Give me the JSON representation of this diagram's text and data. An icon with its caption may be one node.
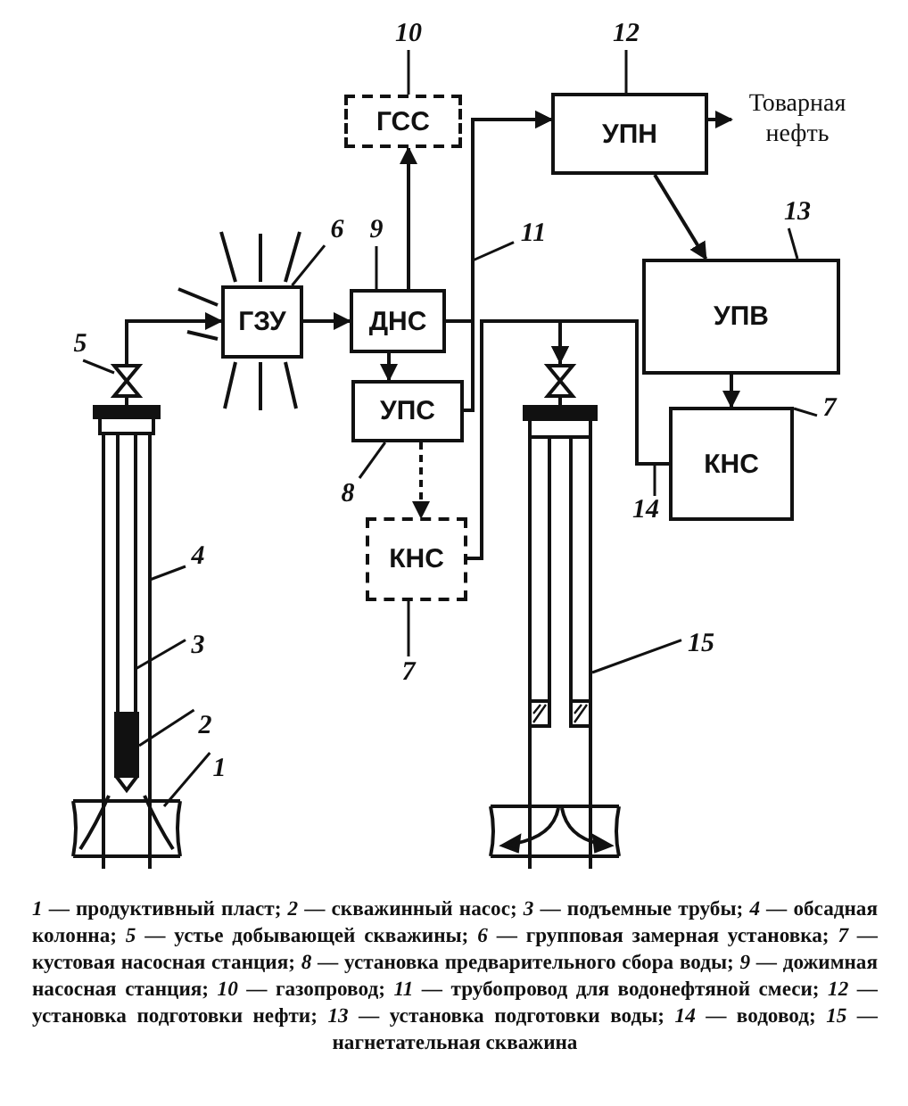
{
  "diagram": {
    "nodes": [
      {
        "text": [
          "10"
        ]
      },
      {
        "text": [
          "ГСС"
        ]
      },
      {
        "text": [
          "12"
        ]
      },
      {
        "text": [
          "УПН"
        ]
      },
      {
        "text": [
          "Товарная нефть"
        ]
      },
      {
        "text": [
          "6"
        ]
      },
      {
        "text": [
          "9"
        ]
      },
      {
        "text": [
          "11"
        ]
      },
      {
        "text": [
          "13"
        ]
      },
      {
        "text": [
          "5"
        ]
      },
      {
        "text": [
          "ГЗУ"
        ]
      },
      {
        "text": [
          "ДНС"
        ]
      },
      {
        "text": [
          "УПВ"
        ]
      },
      {
        "text": [
          "УПС"
        ]
      },
      {
        "text": [
          "14"
        ]
      },
      {
        "text": [
          "7"
        ]
      },
      {
        "text": [
          "КНС"
        ]
      },
      {
        "text": [],
        "shape": "picture"
      },
      {
        "text": [
          "4"
        ]
      },
      {
        "text": [
          "3"
        ]
      },
      {
        "text": [
          "2"
        ]
      },
      {
        "text": [
          "1"
        ]
      },
      {
        "text": [
          "8"
        ]
      },
      {
        "text": [
          "КНС"
        ]
      },
      {
        "text": [
          "15"
        ]
      },
      {
        "text": [],
        "shape": "picture"
      },
      {
        "text": [
          "7"
        ]
      }
    ],
    "edges": [
      {
        "from": 0,
        "to": 1,
        "arrow": "none"
      },
      {
        "from": 2,
        "to": 3,
        "arrow": "none"
      },
      {
        "from": 5,
        "to": 10,
        "arrow": "none"
      },
      {
        "from": 6,
        "to": 11,
        "arrow": "none"
      },
      {
        "from": 7,
        "to": null,
        "arrow": "none"
      },
      {
        "from": 8,
        "to": 12,
        "arrow": "none"
      },
      {
        "from": 9,
        "to": 17,
        "arrow": "none"
      },
      {
        "from": 14,
        "to": null,
        "arrow": "none"
      },
      {
        "from": 15,
        "to": 16,
        "arrow": "none"
      },
      {
        "from": 18,
        "to": 17,
        "arrow": "none"
      },
      {
        "from": 19,
        "to": 17,
        "arrow": "none"
      },
      {
        "from": 20,
        "to": 17,
        "arrow": "none"
      },
      {
        "from": 21,
        "to": 17,
        "arrow": "none"
      },
      {
        "from": 22,
        "to": 13,
        "arrow": "none"
      },
      {
        "from": 24,
        "to": 25,
        "arrow": "none"
      },
      {
        "from": 26,
        "to": 23,
        "arrow": "none"
      },
      {
        "from": 17,
        "to": 10,
        "arrow": "to"
      },
      {
        "from": 10,
        "to": 11,
        "arrow": "to"
      },
      {
        "from": 11,
        "to": 1,
        "arrow": "to"
      },
      {
        "from": 11,
        "to": 13,
        "arrow": "to"
      },
      {
        "from": 11,
        "to": 3,
        "arrow": "to"
      },
      {
        "from": 13,
        "to": 3,
        "arrow": "to"
      },
      {
        "from": 3,
        "to": 4,
        "arrow": "to"
      },
      {
        "from": 3,
        "to": 12,
        "arrow": "to"
      },
      {
        "from": 12,
        "to": 16,
        "arrow": "to"
      },
      {
        "from": 13,
        "to": 23,
        "arrow": "to",
        "style": "dashed"
      },
      {
        "from": 23,
        "to": 25,
        "arrow": "to"
      },
      {
        "from": 16,
        "to": 25,
        "arrow": "to"
      }
    ],
    "caption": "*1* — продуктивный пласт; *2* — скважинный насос; *3* — подъемные трубы; *4* — обсадная колонна; *5* — устье добывающей скважины; *6* — групповая замерная установка; *7* — кустовая насосная станция; *8* — установка предварительного сбора воды; *9* — дожимная насосная станция; *10* — газопровод; *11* — трубопровод для водонефтяной смеси; *12* — установка подготовки нефти; *13* — установка подготовки воды; *14* — водовод; *15* — нагнетательная скважина"
  }
}
